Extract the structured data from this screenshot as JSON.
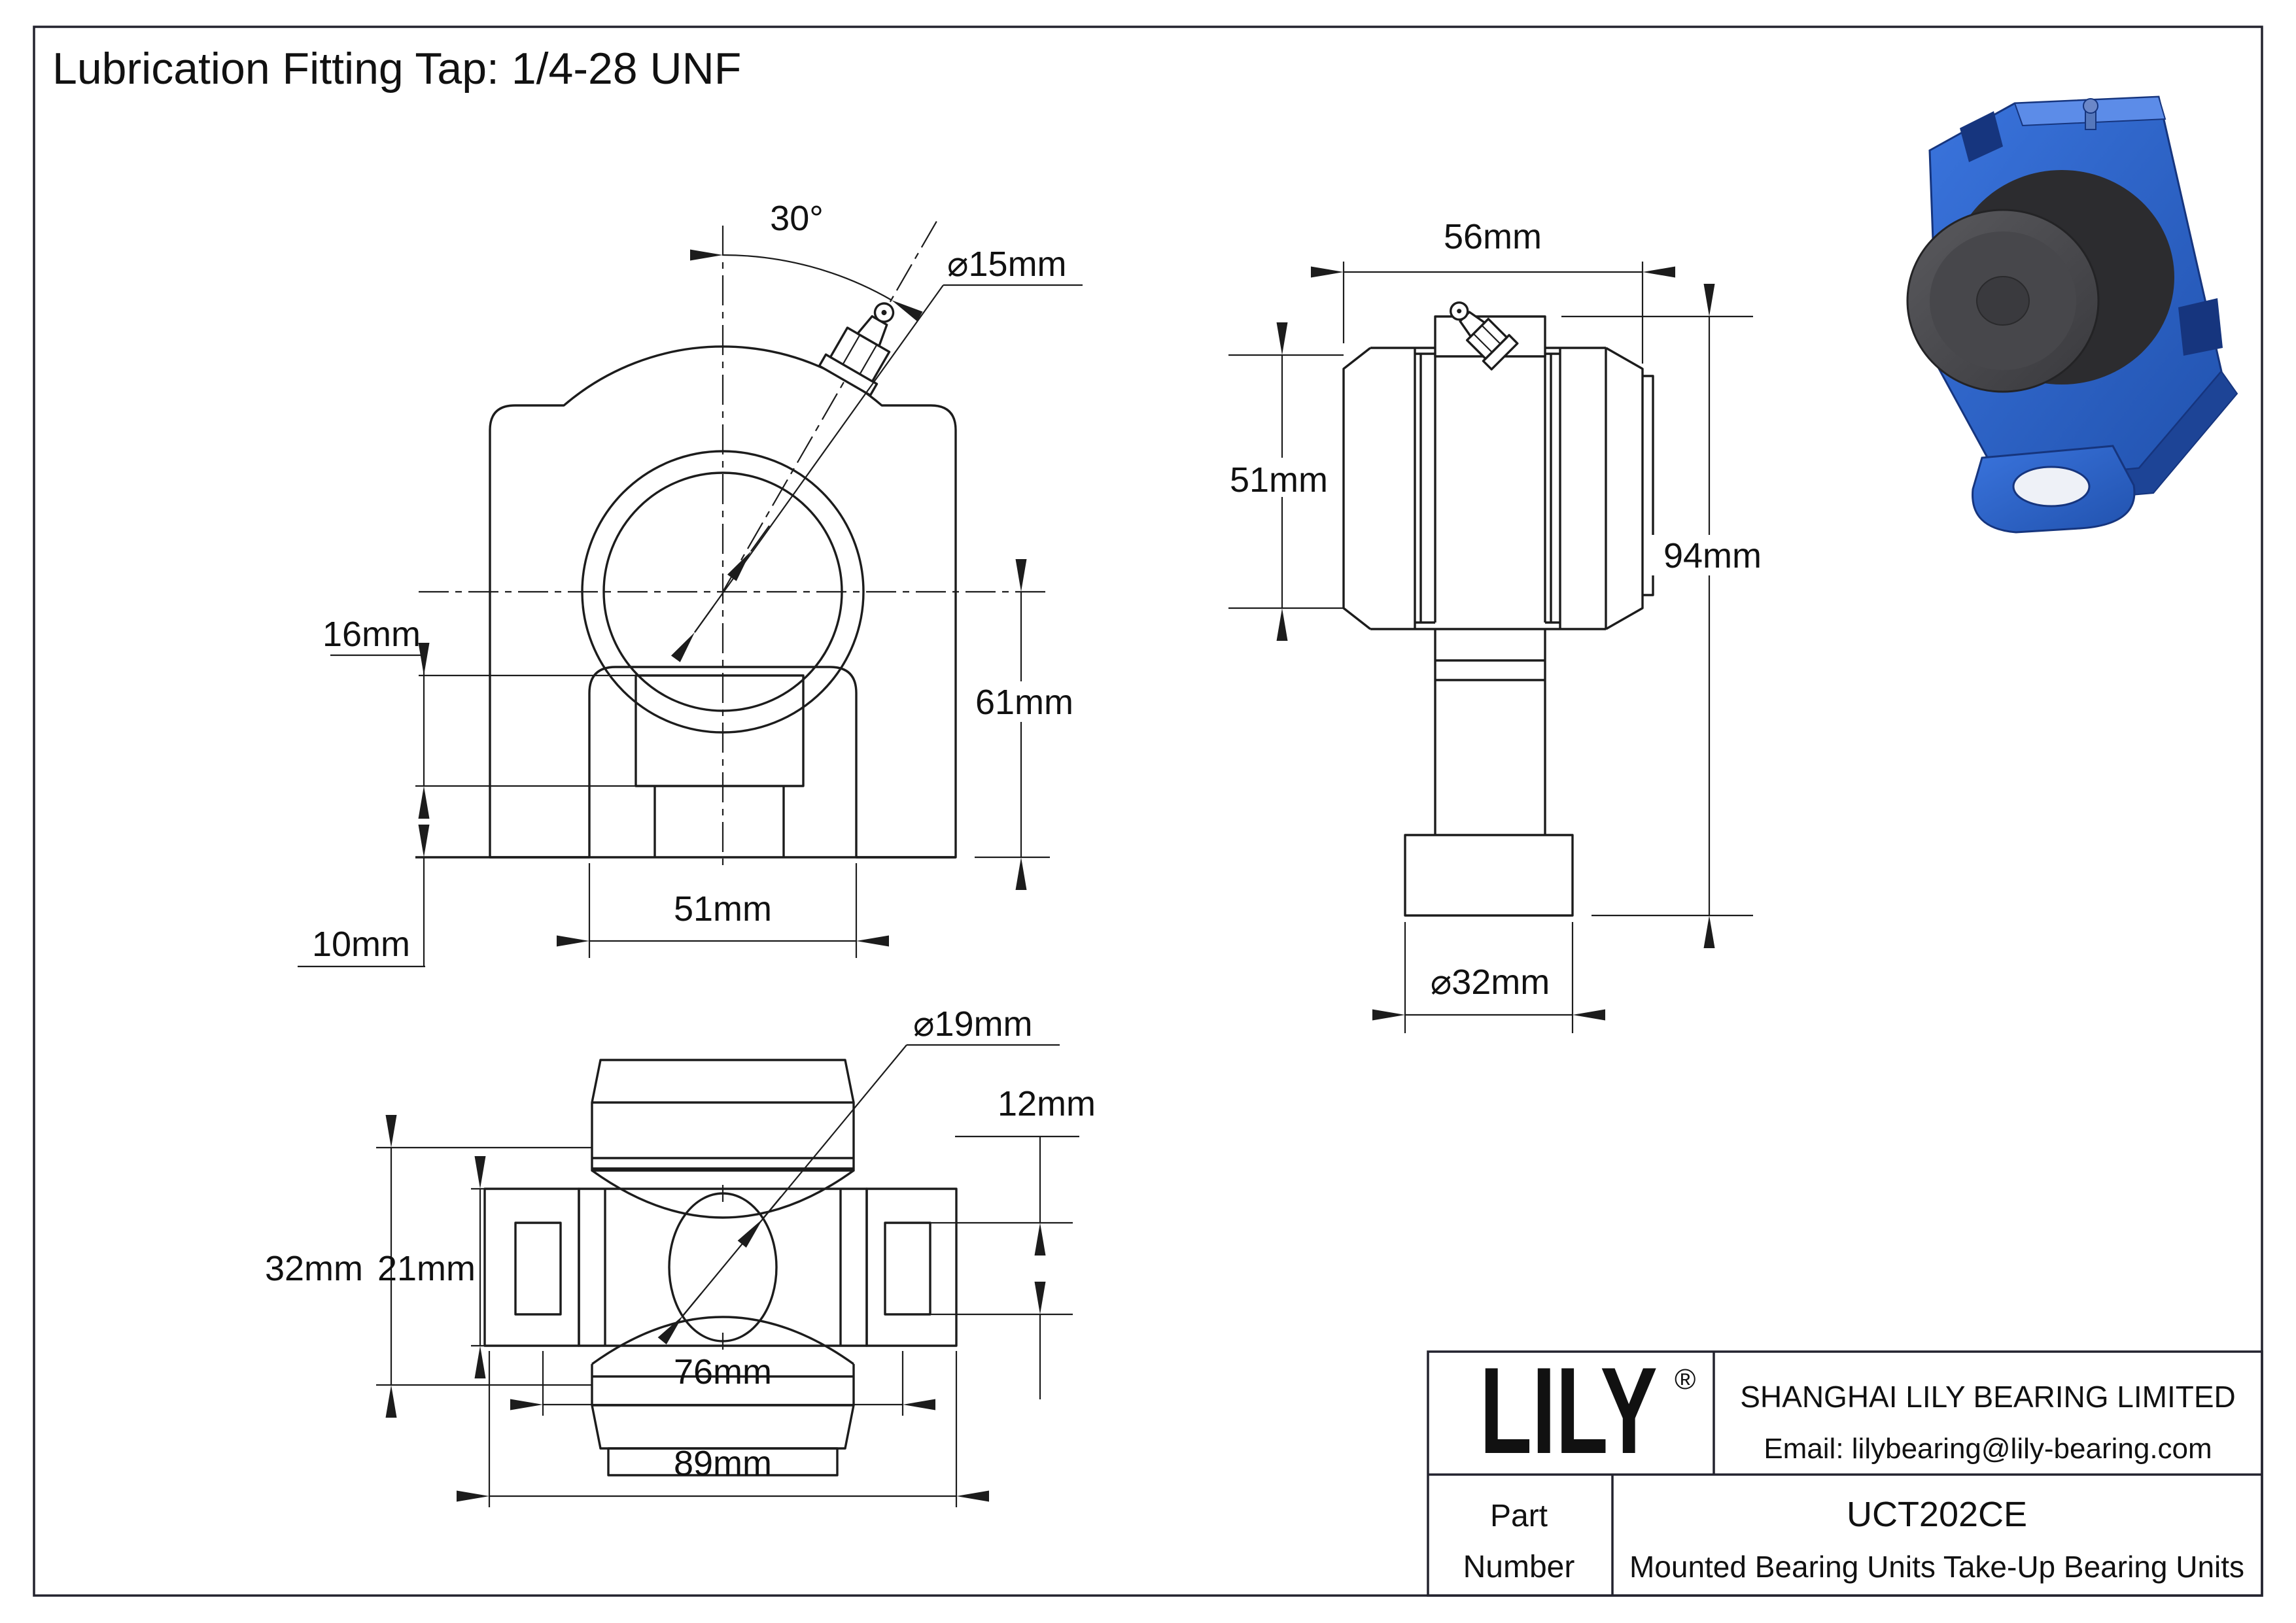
{
  "page": {
    "title": "Lubrication Fitting Tap: 1/4-28 UNF"
  },
  "front_view": {
    "angle": "30°",
    "bore_dia": "⌀15mm",
    "boss_height": "16mm",
    "base_height": "10mm",
    "slot_width": "51mm",
    "center_height": "61mm"
  },
  "side_view": {
    "width": "56mm",
    "body_height": "51mm",
    "overall_height": "94mm",
    "stem_dia": "⌀32mm"
  },
  "bottom_view": {
    "bore_dia": "⌀19mm",
    "rail_slot": "12mm",
    "overall_height": "32mm",
    "rail_height": "21mm",
    "slot_length": "76mm",
    "overall_length": "89mm"
  },
  "title_block": {
    "logo": "LILY",
    "registered": "®",
    "company": "SHANGHAI LILY BEARING LIMITED",
    "email": "Email: lilybearing@lily-bearing.com",
    "part_label_line1": "Part",
    "part_label_line2": "Number",
    "part_number": "UCT202CE",
    "description": "Mounted Bearing Units Take-Up Bearing Units"
  },
  "render_colors": {
    "housing_blue": "#2d62cb",
    "housing_dark_blue": "#16357e",
    "housing_light_blue": "#5c8ce8",
    "bearing_gray": "#4a4a4e",
    "bearing_dark_gray": "#2c2c2f"
  }
}
